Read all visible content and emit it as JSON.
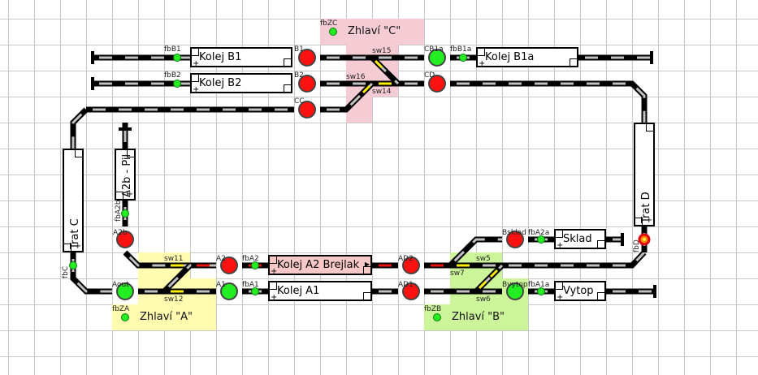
{
  "app": {
    "title": "Railway layout editor"
  },
  "colors": {
    "track": "#000000",
    "track_dash": "#c0c0c0",
    "route_yellow": "#ffee00",
    "occupied_red": "#ee1111",
    "signal_red": "#ff1111",
    "signal_green": "#22ee22",
    "zone_a": "#fffcb0",
    "zone_b": "#ccf59a",
    "zone_c": "#f5ccd4",
    "block_occupied": "#f8c8c8"
  },
  "zones": [
    {
      "id": "zone-a",
      "label": "Zhlaví \"A\"",
      "sensor": "fbZA"
    },
    {
      "id": "zone-b",
      "label": "Zhlaví \"B\"",
      "sensor": "fbZB"
    },
    {
      "id": "zone-c",
      "label": "Zhlaví \"C\"",
      "sensor": "fbZC"
    }
  ],
  "blocks": [
    {
      "id": "kolej-b1",
      "label": "Kolej B1",
      "state": "free"
    },
    {
      "id": "kolej-b2",
      "label": "Kolej B2",
      "state": "free"
    },
    {
      "id": "kolej-b1a",
      "label": "Kolej B1a",
      "state": "free"
    },
    {
      "id": "kolej-a2",
      "label": "Kolej A2 Brejlak",
      "state": "occupied"
    },
    {
      "id": "kolej-a1",
      "label": "Kolej A1",
      "state": "free"
    },
    {
      "id": "sklad",
      "label": "Sklad",
      "state": "free"
    },
    {
      "id": "vytop",
      "label": "Vytop",
      "state": "free"
    },
    {
      "id": "trat-c",
      "label": "Trat C",
      "state": "free"
    },
    {
      "id": "trat-d",
      "label": "Trat D",
      "state": "free"
    },
    {
      "id": "a2b-pil",
      "label": "A2b - Pil",
      "state": "free"
    }
  ],
  "signals": [
    {
      "id": "B1",
      "label": "B1",
      "aspect": "red"
    },
    {
      "id": "B2",
      "label": "B2",
      "aspect": "red"
    },
    {
      "id": "CC",
      "label": "CC",
      "aspect": "red"
    },
    {
      "id": "CB1a",
      "label": "CB1a",
      "aspect": "green"
    },
    {
      "id": "CD",
      "label": "CD",
      "aspect": "red"
    },
    {
      "id": "A2b",
      "label": "A2b",
      "aspect": "red"
    },
    {
      "id": "A2",
      "label": "A2",
      "aspect": "red"
    },
    {
      "id": "A1",
      "label": "A1",
      "aspect": "green"
    },
    {
      "id": "Aout",
      "label": "Aout",
      "aspect": "green"
    },
    {
      "id": "AD2",
      "label": "AD2",
      "aspect": "red"
    },
    {
      "id": "AD1",
      "label": "AD1",
      "aspect": "red"
    },
    {
      "id": "Bsklad",
      "label": "Bsklad",
      "aspect": "red"
    },
    {
      "id": "Bvytop",
      "label": "Bvytop",
      "aspect": "green"
    }
  ],
  "sensors": [
    {
      "id": "fbB1",
      "label": "fbB1"
    },
    {
      "id": "fbB2",
      "label": "fbB2"
    },
    {
      "id": "fbB1a",
      "label": "fbB1a"
    },
    {
      "id": "fbA2",
      "label": "fbA2"
    },
    {
      "id": "fbA1",
      "label": "fbA1"
    },
    {
      "id": "fbA2a",
      "label": "fbA2a"
    },
    {
      "id": "fbA1a",
      "label": "fbA1a"
    },
    {
      "id": "fbA2b",
      "label": "fbA2b"
    },
    {
      "id": "fbC",
      "label": "fbC"
    },
    {
      "id": "fbD",
      "label": "fbD",
      "state": "alert"
    }
  ],
  "switches": [
    {
      "id": "sw15",
      "label": "sw15"
    },
    {
      "id": "sw16",
      "label": "sw16"
    },
    {
      "id": "sw14",
      "label": "sw14"
    },
    {
      "id": "sw11",
      "label": "sw11"
    },
    {
      "id": "sw12",
      "label": "sw12"
    },
    {
      "id": "sw5",
      "label": "sw5"
    },
    {
      "id": "sw7",
      "label": "sw7"
    },
    {
      "id": "sw6",
      "label": "sw6"
    }
  ]
}
